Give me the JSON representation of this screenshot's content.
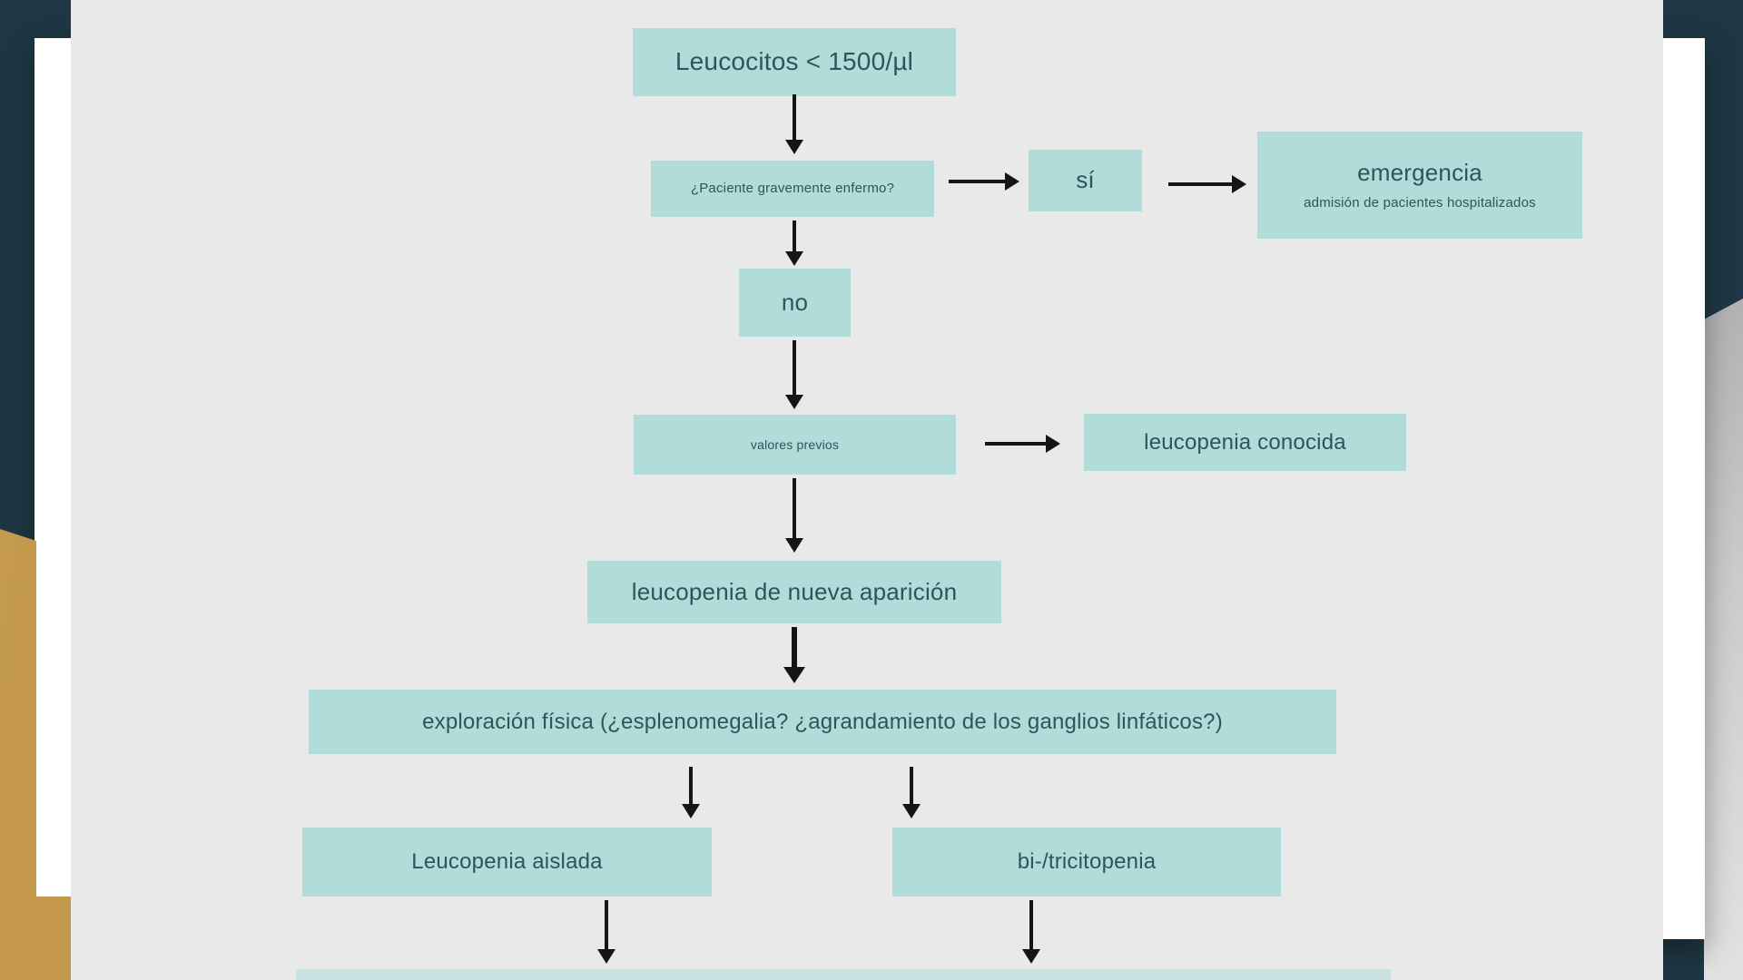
{
  "theme": {
    "desktop_navy": "#1f3744",
    "gold": "#c59a4e",
    "sheet_white": "#ffffff",
    "slide_bg": "#e9e9ea",
    "node_fill": "#b0dcd9",
    "node_text": "#31535b",
    "arrow": "#151515",
    "right_gray_top": "#b3b3b3",
    "right_gray_bottom": "#e2e2e2"
  },
  "flowchart": {
    "nodes": {
      "leucocitos": {
        "label": "Leucocitos < 1500/µl"
      },
      "paciente": {
        "label": "¿Paciente gravemente enfermo?"
      },
      "si": {
        "label": "sí"
      },
      "emergencia": {
        "title": "emergencia",
        "subtitle": "admisión de pacientes hospitalizados"
      },
      "no": {
        "label": "no"
      },
      "valores": {
        "label": "valores previos"
      },
      "conocida": {
        "label": "leucopenia conocida"
      },
      "nueva": {
        "label": "leucopenia de nueva aparición"
      },
      "exploracion": {
        "label": "exploración física (¿esplenomegalia? ¿agrandamiento de los ganglios linfáticos?)"
      },
      "aislada": {
        "label": "Leucopenia aislada"
      },
      "bitri": {
        "label": "bi-/tricitopenia"
      }
    }
  }
}
